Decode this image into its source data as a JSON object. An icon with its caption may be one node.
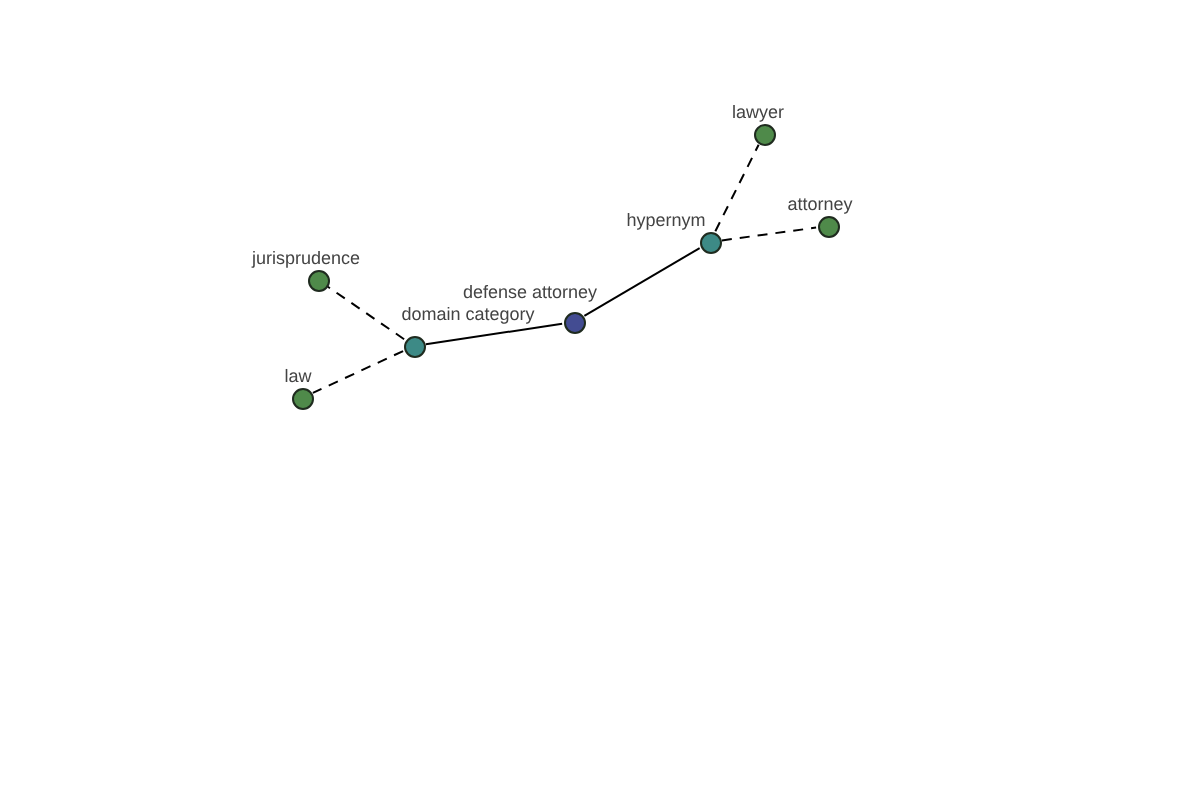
{
  "diagram": {
    "nodes": [
      {
        "text": [
          "lawyer"
        ]
      },
      {
        "text": [
          "attorney"
        ]
      },
      {
        "text": [
          "hypernym"
        ]
      },
      {
        "text": [
          "jurisprudence"
        ]
      },
      {
        "text": [
          "defense attorney"
        ]
      },
      {
        "text": [
          "domain category"
        ]
      },
      {
        "text": [
          "law"
        ]
      }
    ],
    "edges": [
      {
        "from": 4,
        "to": 5,
        "arrow": "none"
      },
      {
        "from": 4,
        "to": 2,
        "arrow": "none"
      },
      {
        "from": 2,
        "to": 0,
        "arrow": "none",
        "style": "dashed"
      },
      {
        "from": 2,
        "to": 1,
        "arrow": "none",
        "style": "dashed"
      },
      {
        "from": 5,
        "to": 3,
        "arrow": "none",
        "style": "dashed"
      },
      {
        "from": 5,
        "to": 6,
        "arrow": "none",
        "style": "dashed"
      }
    ]
  }
}
